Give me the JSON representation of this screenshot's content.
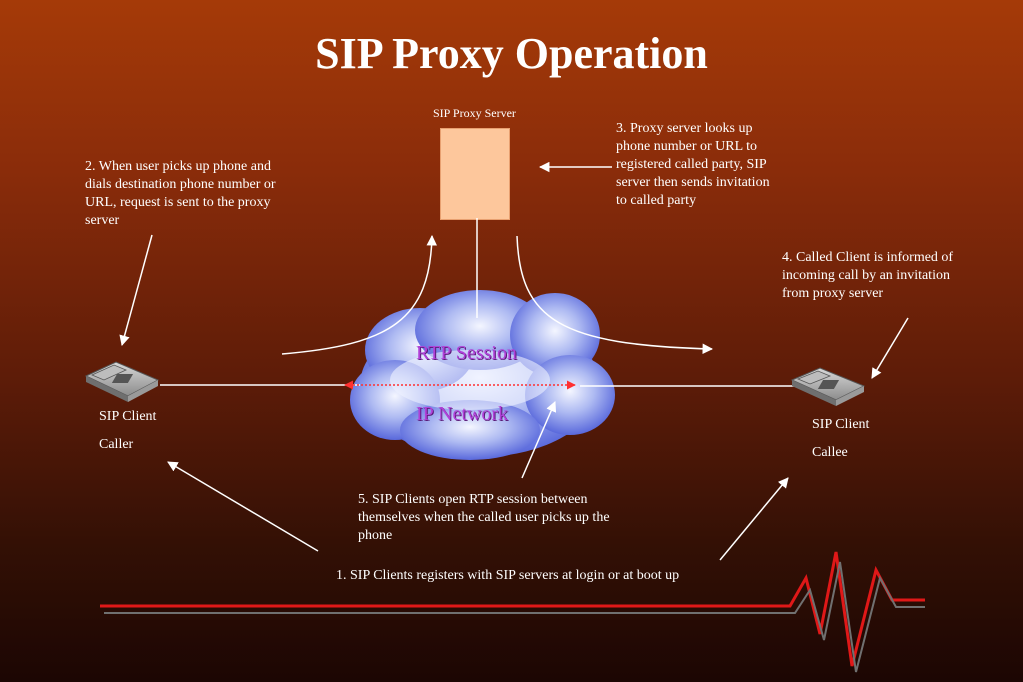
{
  "title": "SIP Proxy Operation",
  "proxy_server": {
    "label": "SIP Proxy Server"
  },
  "steps": {
    "step1": "1. SIP Clients registers with SIP servers at login or at boot up",
    "step2": "2. When user picks up phone and dials destination phone number or URL, request is sent to the  proxy server",
    "step3": "3. Proxy server looks up phone number or URL to registered called  party, SIP server then sends invitation to called party",
    "step4": "4. Called Client is informed of incoming call by an invitation from proxy server",
    "step5": "5. SIP Clients open RTP session between themselves when the called user picks up the phone"
  },
  "caller": {
    "label": "SIP Client",
    "role": "Caller"
  },
  "callee": {
    "label": "SIP Client",
    "role": "Callee"
  },
  "cloud": {
    "session_label": "RTP Session",
    "network_label": "IP Network"
  },
  "colors": {
    "background_top": "#a53a08",
    "background_bottom": "#1c0603",
    "server_box": "#fdc79c",
    "rtp_line": "#ff3030",
    "cloud_label": "#b040d8",
    "accent_red": "#e01818",
    "accent_gray": "#707070"
  },
  "icons": {
    "phone": "desk-phone-icon",
    "cloud": "cloud-icon"
  }
}
